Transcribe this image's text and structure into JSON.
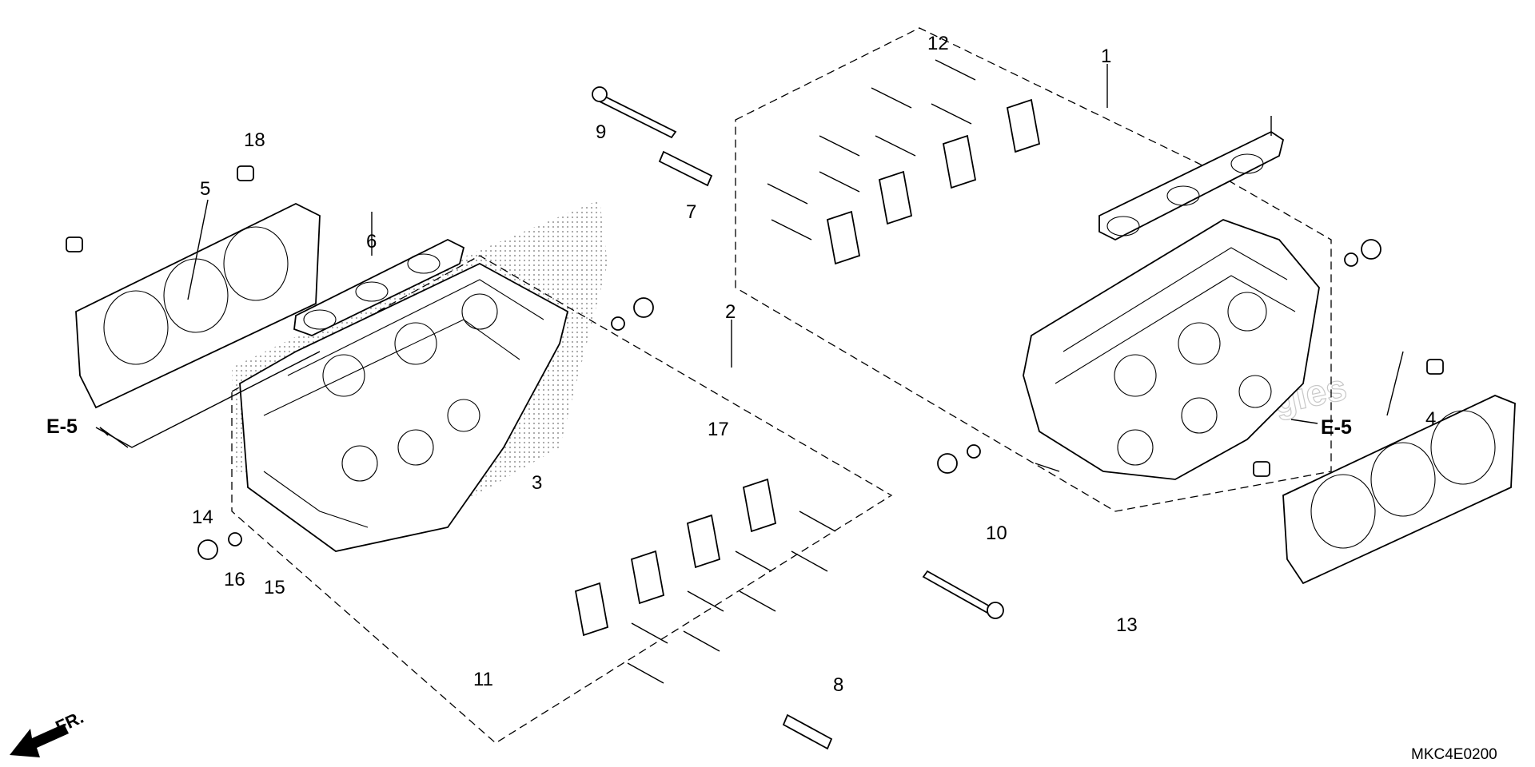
{
  "diagram": {
    "reference_code": "MKC4E0200",
    "direction_label": "FR.",
    "section_refs": [
      "E-5",
      "E-5"
    ],
    "callouts": [
      "1",
      "2",
      "3",
      "4",
      "5",
      "6",
      "7",
      "8",
      "9",
      "10",
      "11",
      "12",
      "13",
      "14",
      "15",
      "16",
      "17",
      "18"
    ]
  }
}
